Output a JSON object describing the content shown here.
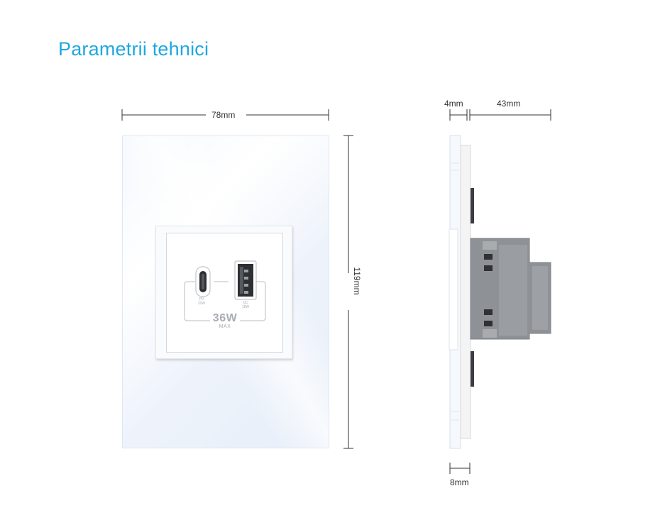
{
  "title": "Parametrii tehnici",
  "dimensions": {
    "front_width": "78mm",
    "front_height": "119mm",
    "glass_thickness": "4mm",
    "depth": "43mm",
    "frame_thickness": "8mm"
  },
  "module": {
    "rating": "36W",
    "rating_sub": "MAX",
    "usb_c_label_1": "PD",
    "usb_c_label_2": "20W",
    "usb_a_label_1": "QC",
    "usb_a_label_2": "18W"
  },
  "colors": {
    "title": "#1ea7e1",
    "glass": "#eef3fb",
    "mechanism": "#8e9296"
  }
}
